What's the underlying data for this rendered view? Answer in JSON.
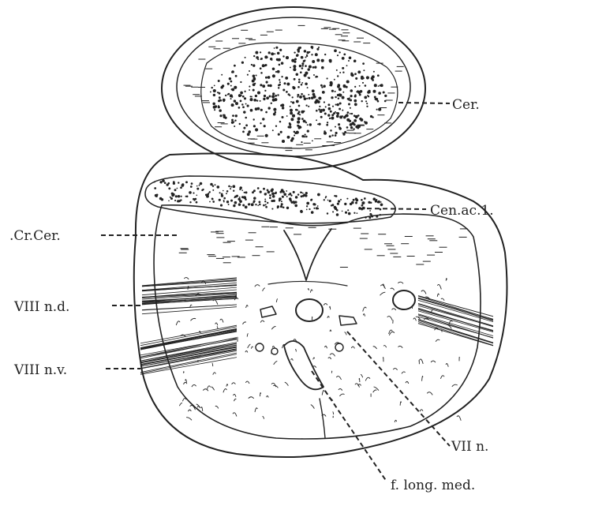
{
  "labels": {
    "cer": "Cer.",
    "cen_ac": "Cen.ac.1.",
    "cr_cer": ".Cr.Cer.",
    "viii_nd": "VIII n.d.",
    "viii_nv": "VIII n.v.",
    "vii_n": "VII n.",
    "f_long_med": "f. long. med."
  },
  "colors": {
    "ink": "#222222",
    "paper": "#ffffff"
  }
}
